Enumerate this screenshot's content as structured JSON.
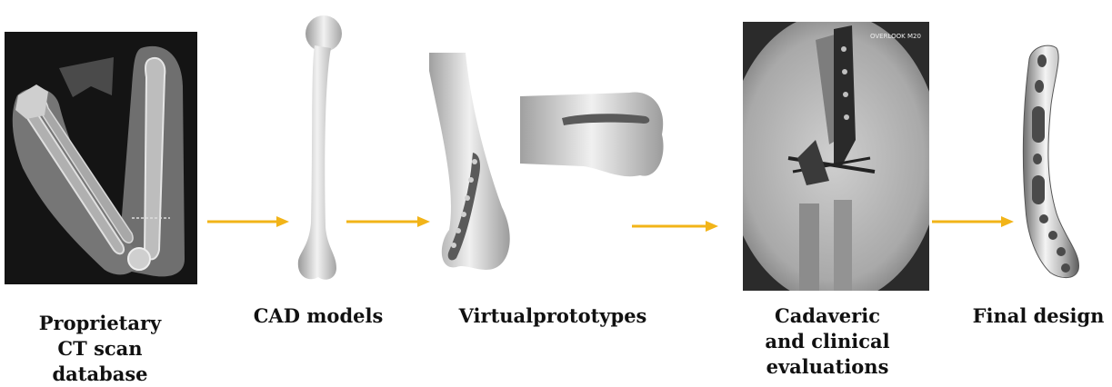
{
  "steps": [
    {
      "label": "Proprietary\nCT scan\ndatabase",
      "image": "ct-scan-image"
    },
    {
      "label": "CAD models",
      "image": "cad-humerus-model"
    },
    {
      "label": "Virtualprototypes",
      "image": "virtual-prototype-renders"
    },
    {
      "label": "Cadaveric\nand clinical\nevaluations",
      "image": "fluoroscopy-xray"
    },
    {
      "label": "Final design",
      "image": "bone-plate-implant"
    }
  ],
  "xray_overlay_text": "OVERLOOK M20",
  "colors": {
    "arrow": "#f2b418",
    "label": "#111111",
    "ct_background": "#141414"
  }
}
